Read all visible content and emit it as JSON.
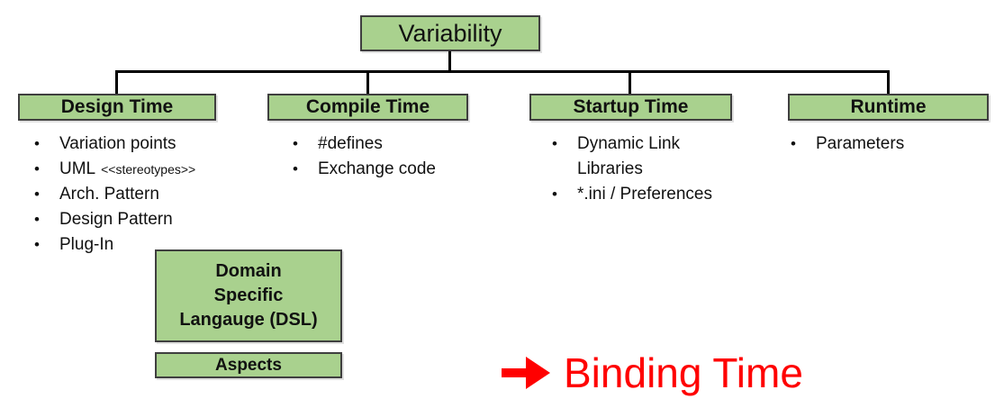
{
  "title_box": {
    "label": "Variability"
  },
  "bullet_char": "•",
  "columns": [
    {
      "header": "Design Time",
      "items": [
        {
          "text": "Variation points"
        },
        {
          "text": "UML",
          "suffix": "<<stereotypes>>"
        },
        {
          "text": "Arch. Pattern"
        },
        {
          "text": "Design Pattern"
        },
        {
          "text": "Plug-In"
        }
      ]
    },
    {
      "header": "Compile Time",
      "items": [
        {
          "text": "#defines"
        },
        {
          "text": "Exchange code"
        }
      ]
    },
    {
      "header": "Startup Time",
      "items": [
        {
          "text": "Dynamic Link Libraries"
        },
        {
          "text": "*.ini / Preferences"
        }
      ]
    },
    {
      "header": "Runtime",
      "items": [
        {
          "text": "Parameters"
        }
      ]
    }
  ],
  "dsl_box": {
    "lines": [
      "Domain",
      "Specific",
      "Langauge (DSL)"
    ]
  },
  "aspects_box": {
    "label": "Aspects"
  },
  "binding": {
    "label": "Binding Time",
    "arrow_icon": "right-arrow"
  },
  "colors": {
    "box_fill": "#A9D18E",
    "box_border": "#3F3F3F",
    "connector_line": "#000000",
    "binding_red": "#FF0000",
    "text": "#111111",
    "background": "#FFFFFF"
  }
}
